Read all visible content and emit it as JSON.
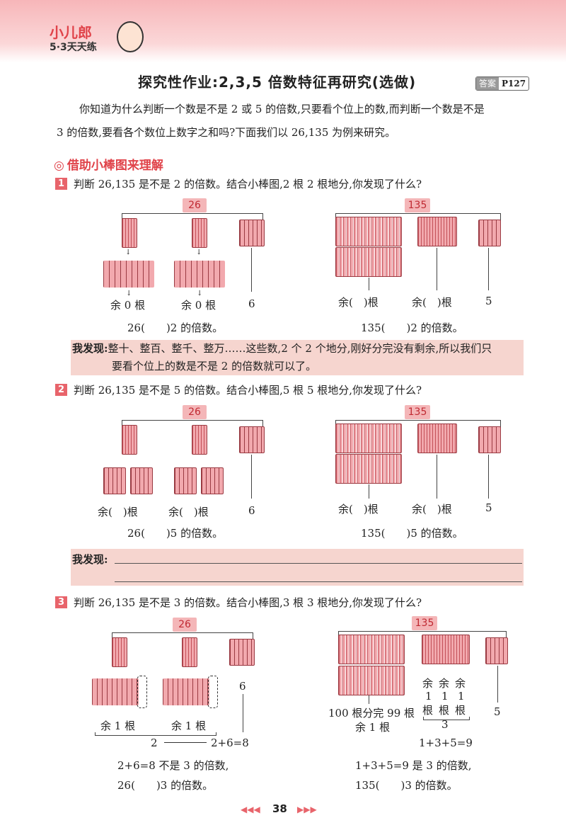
{
  "header": {
    "logo_main": "小儿郎",
    "logo_sub": "5·3天天练"
  },
  "title": "探究性作业:2,3,5 倍数特征再研究(选做)",
  "answer": {
    "label": "答案",
    "page": "P127"
  },
  "intro": {
    "line1": "你知道为什么判断一个数是不是 2 或 5 的倍数,只要看个位上的数,而判断一个数是不是",
    "line2": "3 的倍数,要看各个数位上数字之和吗?下面我们以 26,135 为例来研究。"
  },
  "section_heading": "借助小棒图来理解",
  "q1": {
    "num": "1",
    "text": "判断 26,135 是不是 2 的倍数。结合小棒图,2 根 2 根地分,你发现了什么?",
    "left": {
      "number": "26",
      "rem1": "余 0 根",
      "rem2": "余 0 根",
      "ones": "6",
      "conclusion": "26(　　)2 的倍数。"
    },
    "right": {
      "number": "135",
      "rem1": "余(　)根",
      "rem2": "余(　)根",
      "ones": "5",
      "conclusion": "135(　　)2 的倍数。"
    },
    "discovery_label": "我发现:",
    "discovery_line1": "整十、整百、整千、整万……这些数,2 个 2 个地分,刚好分完没有剩余,所以我们只",
    "discovery_line2": "要看个位上的数是不是 2 的倍数就可以了。"
  },
  "q2": {
    "num": "2",
    "text": "判断 26,135 是不是 5 的倍数。结合小棒图,5 根 5 根地分,你发现了什么?",
    "left": {
      "number": "26",
      "rem1": "余(　)根",
      "rem2": "余(　)根",
      "ones": "6",
      "conclusion": "26(　　)5 的倍数。"
    },
    "right": {
      "number": "135",
      "rem1": "余(　)根",
      "rem2": "余(　)根",
      "ones": "5",
      "conclusion": "135(　　)5 的倍数。"
    },
    "discovery_label": "我发现:"
  },
  "q3": {
    "num": "3",
    "text": "判断 26,135 是不是 3 的倍数。结合小棒图,3 根 3 根地分,你发现了什么?",
    "left": {
      "number": "26",
      "ones": "6",
      "rem1": "余 1 根",
      "rem2": "余 1 根",
      "sum_start": "2",
      "sum": "2+6=8",
      "note": "2+6=8 不是 3 的倍数,",
      "conclusion": "26(　　)3 的倍数。"
    },
    "right": {
      "number": "135",
      "rem_small": [
        "余",
        "余",
        "余"
      ],
      "rem_one": [
        "1",
        "1",
        "1"
      ],
      "rem_unit": [
        "根",
        "根",
        "根"
      ],
      "hundred_note1": "100 根分完 99 根",
      "hundred_note2": "余 1 根",
      "three": "3",
      "ones": "5",
      "sum": "1+3+5=9",
      "note": "1+3+5=9 是 3 的倍数,",
      "conclusion": "135(　　)3 的倍数。"
    }
  },
  "page_number": "38",
  "colors": {
    "accent": "#e0434a",
    "stick": "#f2a9ae",
    "band": "#f6d5cf"
  }
}
